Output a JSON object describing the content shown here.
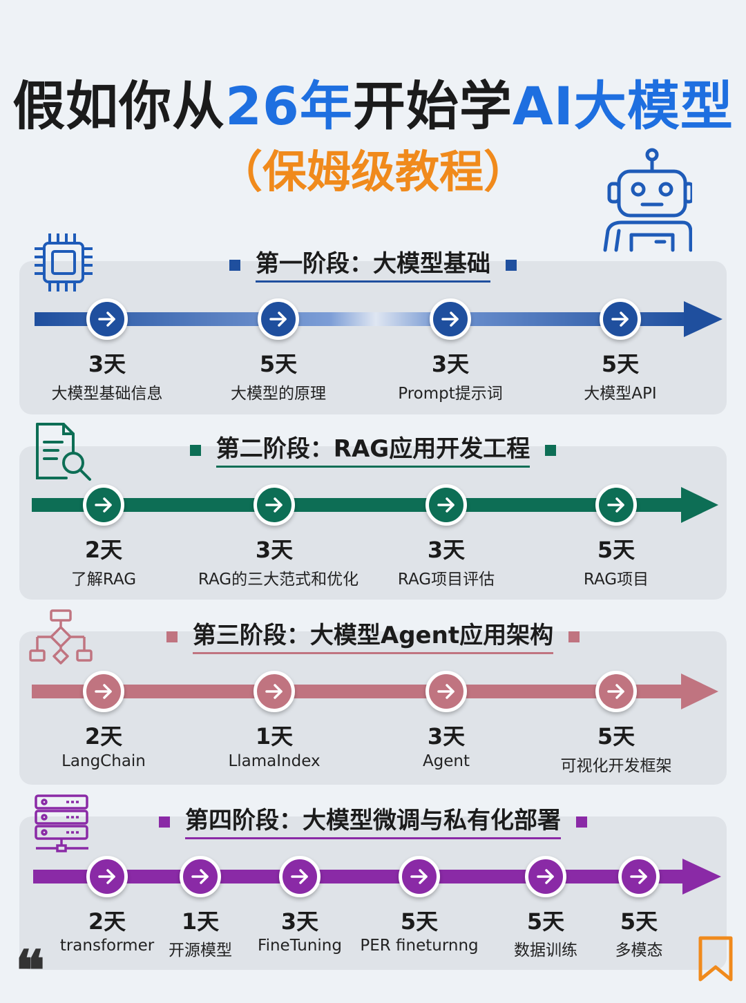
{
  "title": {
    "part1": "假如你从",
    "part2": "26年",
    "part3": "开始学",
    "part4": "AI大模型"
  },
  "subtitle": "（保姆级教程）",
  "colors": {
    "title_blue": "#1e6fe0",
    "subtitle_orange": "#f08a1c",
    "stage1": "#1f4f9e",
    "stage2": "#0d6e55",
    "stage3": "#c07480",
    "stage4": "#8a2aa6"
  },
  "stages": [
    {
      "title": "第一阶段：大模型基础",
      "icon": "chip-icon",
      "steps": [
        {
          "days": "3天",
          "label": "大模型基础信息"
        },
        {
          "days": "5天",
          "label": "大模型的原理"
        },
        {
          "days": "3天",
          "label": "Prompt提示词"
        },
        {
          "days": "5天",
          "label": "大模型API"
        }
      ]
    },
    {
      "title": "第二阶段：RAG应用开发工程",
      "icon": "document-search-icon",
      "steps": [
        {
          "days": "2天",
          "label": "了解RAG"
        },
        {
          "days": "3天",
          "label": "RAG的三大范式和优化"
        },
        {
          "days": "3天",
          "label": "RAG项目评估"
        },
        {
          "days": "5天",
          "label": "RAG项目"
        }
      ]
    },
    {
      "title": "第三阶段：大模型Agent应用架构",
      "icon": "flowchart-icon",
      "steps": [
        {
          "days": "2天",
          "label": "LangChain"
        },
        {
          "days": "1天",
          "label": "LlamaIndex"
        },
        {
          "days": "3天",
          "label": "Agent"
        },
        {
          "days": "5天",
          "label": "可视化开发框架"
        }
      ]
    },
    {
      "title": "第四阶段：大模型微调与私有化部署",
      "icon": "server-icon",
      "steps": [
        {
          "days": "2天",
          "label": "transformer"
        },
        {
          "days": "1天",
          "label": "开源模型"
        },
        {
          "days": "3天",
          "label": "FineTuning"
        },
        {
          "days": "5天",
          "label": "PER fineturnng"
        },
        {
          "days": "5天",
          "label": "数据训练"
        },
        {
          "days": "5天",
          "label": "多模态"
        }
      ]
    }
  ],
  "decor": {
    "robot": "robot-icon",
    "quote": "quote-icon",
    "bookmark": "bookmark-icon"
  }
}
